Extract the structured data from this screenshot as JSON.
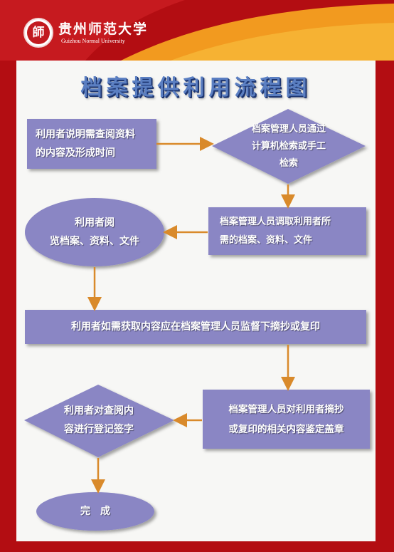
{
  "header": {
    "logo_mark": "師",
    "school_name_cn": "贵州师范大学",
    "school_name_en": "Guizhou Normal University"
  },
  "title": "档案提供利用流程图",
  "colors": {
    "border_red": "#b30d12",
    "accent_orange": "#f29a1f",
    "node_fill": "#8a86c4",
    "arrow": "#d98a2b",
    "title_blue": "#5b7fc2"
  },
  "nodes": [
    {
      "id": "n1",
      "shape": "rectangle",
      "lines": [
        "利用者说明需查阅资料",
        "的内容及形成时间"
      ]
    },
    {
      "id": "n2",
      "shape": "diamond",
      "lines": [
        "档案管理人员通过",
        "计算机检索或手工",
        "检索"
      ]
    },
    {
      "id": "n3",
      "shape": "rectangle",
      "lines": [
        "档案管理人员调取利用者所",
        "需的档案、资料、文件"
      ]
    },
    {
      "id": "n4",
      "shape": "ellipse",
      "lines": [
        "利用者阅",
        "览档案、资料、文件"
      ]
    },
    {
      "id": "n5",
      "shape": "rectangle",
      "lines": [
        "利用者如需获取内容应在档案管理人员监督下摘抄或复印"
      ]
    },
    {
      "id": "n6",
      "shape": "rectangle",
      "lines": [
        "档案管理人员对利用者摘抄",
        "或复印的相关内容鉴定盖章"
      ]
    },
    {
      "id": "n7",
      "shape": "diamond",
      "lines": [
        "利用者对查阅内",
        "容进行登记签字"
      ]
    },
    {
      "id": "n8",
      "shape": "ellipse",
      "lines": [
        "完　成"
      ]
    }
  ],
  "edges": [
    {
      "from": "n1",
      "to": "n2"
    },
    {
      "from": "n2",
      "to": "n3"
    },
    {
      "from": "n3",
      "to": "n4"
    },
    {
      "from": "n4",
      "to": "n5"
    },
    {
      "from": "n5",
      "to": "n6"
    },
    {
      "from": "n6",
      "to": "n7"
    },
    {
      "from": "n7",
      "to": "n8"
    }
  ]
}
